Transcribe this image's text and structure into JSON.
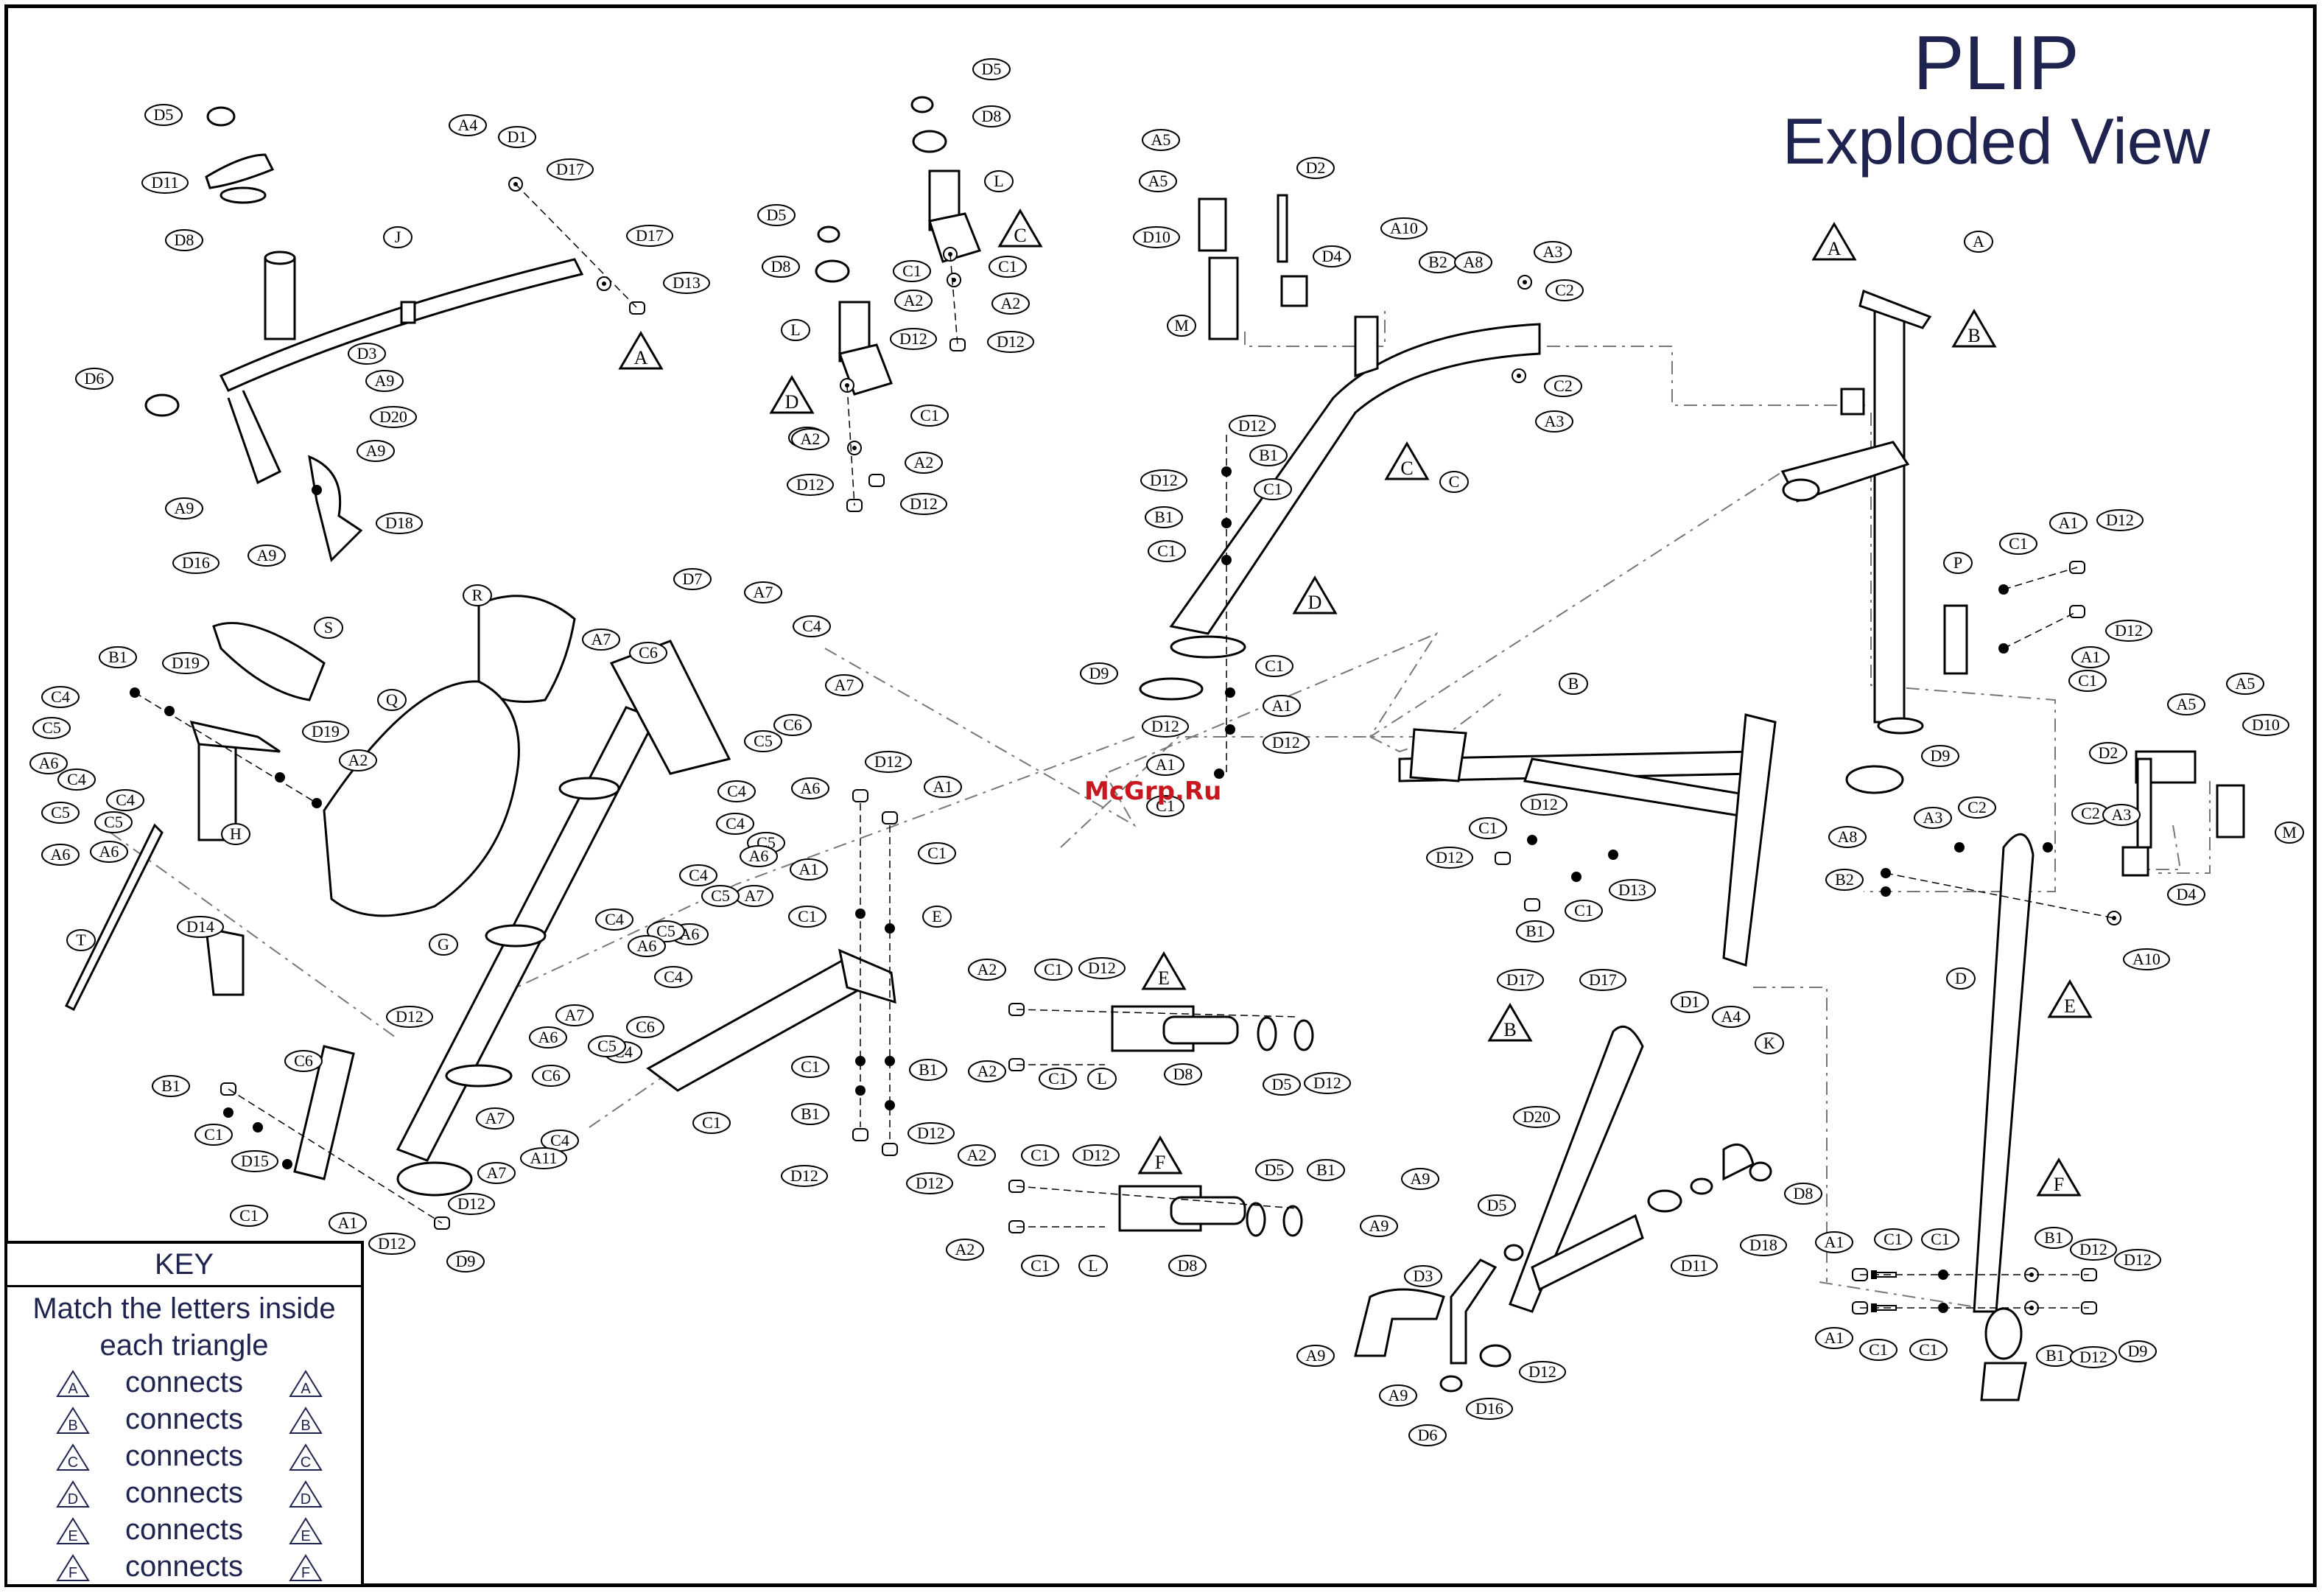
{
  "title": {
    "line1": "PLIP",
    "line2": "Exploded View"
  },
  "watermark": "McGrp.Ru",
  "key": {
    "heading": "KEY",
    "description": "Match the letters inside each triangle",
    "rows": [
      {
        "left": "A",
        "word": "connects",
        "right": "A"
      },
      {
        "left": "B",
        "word": "connects",
        "right": "B"
      },
      {
        "left": "C",
        "word": "connects",
        "right": "C"
      },
      {
        "left": "D",
        "word": "connects",
        "right": "D"
      },
      {
        "left": "E",
        "word": "connects",
        "right": "E"
      },
      {
        "left": "F",
        "word": "connects",
        "right": "F"
      }
    ]
  },
  "colors": {
    "title": "#1f2350",
    "watermark": "#c8171e",
    "line": "#000000"
  },
  "connectors": [
    "A",
    "A",
    "B",
    "B",
    "C",
    "C",
    "D",
    "D",
    "E",
    "E",
    "F",
    "F"
  ],
  "parts": [
    "D5",
    "D11",
    "D8",
    "J",
    "A4",
    "D1",
    "D17",
    "D17",
    "D13",
    "D6",
    "D3",
    "A9",
    "D20",
    "A9",
    "A9",
    "D16",
    "A9",
    "D18",
    "D5",
    "D8",
    "L",
    "C1",
    "C1",
    "A2",
    "A2",
    "D12",
    "D12",
    "D5",
    "D8",
    "L",
    "C1",
    "C1",
    "A2",
    "A2",
    "D12",
    "D12",
    "A5",
    "A5",
    "D10",
    "M",
    "D2",
    "D4",
    "A10",
    "B2",
    "A8",
    "A3",
    "C2",
    "C2",
    "A3",
    "C",
    "D12",
    "B1",
    "D12",
    "C1",
    "B1",
    "C1",
    "D9",
    "C1",
    "A1",
    "D12",
    "A1",
    "D12",
    "C1",
    "A",
    "P",
    "C1",
    "A1",
    "D12",
    "D12",
    "A1",
    "C1",
    "B",
    "D9",
    "A5",
    "A5",
    "D10",
    "M",
    "D2",
    "D4",
    "A3",
    "C2",
    "C2",
    "A3",
    "A8",
    "B2",
    "A10",
    "D",
    "R",
    "S",
    "Q",
    "G",
    "H",
    "T",
    "D14",
    "D19",
    "D19",
    "B1",
    "A2",
    "C4",
    "C5",
    "A6",
    "C4",
    "C5",
    "A6",
    "C4",
    "C5",
    "A6",
    "D7",
    "A7",
    "C4",
    "A7",
    "C6",
    "C4",
    "A7",
    "C6",
    "C5",
    "A6",
    "C4",
    "C5",
    "A6",
    "C4",
    "A7",
    "C5",
    "A6",
    "C4",
    "C5",
    "A6",
    "C4",
    "A7",
    "C6",
    "C4",
    "C5",
    "A6",
    "C6",
    "A7",
    "C4",
    "A7",
    "A11",
    "C6",
    "D12",
    "B1",
    "C1",
    "D15",
    "C1",
    "A1",
    "D12",
    "D9",
    "D12",
    "D12",
    "A1",
    "A1",
    "C1",
    "C1",
    "E",
    "C1",
    "C1",
    "B1",
    "B1",
    "D12",
    "D12",
    "D12",
    "A2",
    "C1",
    "D12",
    "A2",
    "C1",
    "L",
    "D8",
    "D5",
    "D12",
    "A2",
    "C1",
    "D12",
    "A2",
    "C1",
    "L",
    "D8",
    "D5",
    "B1",
    "C1",
    "D12",
    "D12",
    "B1",
    "C1",
    "D13",
    "D17",
    "D17",
    "D1",
    "A4",
    "K",
    "D20",
    "A9",
    "A9",
    "D3",
    "D5",
    "D8",
    "D11",
    "D18",
    "A9",
    "A9",
    "D16",
    "D6",
    "D12",
    "A1",
    "C1",
    "C1",
    "B1",
    "D12",
    "D12",
    "A1",
    "C1",
    "C1",
    "B1",
    "D12",
    "D9"
  ]
}
